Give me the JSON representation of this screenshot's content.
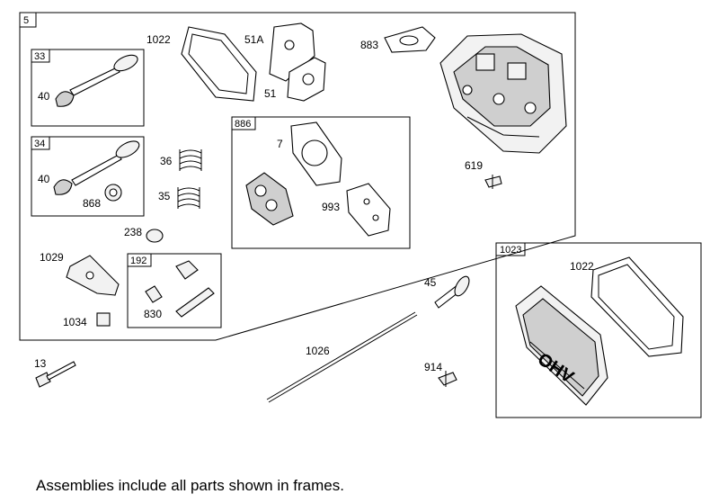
{
  "frames": {
    "main": "5",
    "f33": "33",
    "f34": "34",
    "f886": "886",
    "f192": "192",
    "f1023": "1023"
  },
  "parts": {
    "p1022a": "1022",
    "p51a": "51A",
    "p51": "51",
    "p883": "883",
    "p40a": "40",
    "p40b": "40",
    "p868": "868",
    "p36": "36",
    "p35": "35",
    "p7": "7",
    "p993": "993",
    "p619": "619",
    "p238": "238",
    "p1029": "1029",
    "p830": "830",
    "p1034": "1034",
    "p45": "45",
    "p1022b": "1022",
    "p13": "13",
    "p1026": "1026",
    "p914": "914"
  },
  "cover_text": "OHV",
  "footer_note": "Assemblies include all parts shown in frames."
}
